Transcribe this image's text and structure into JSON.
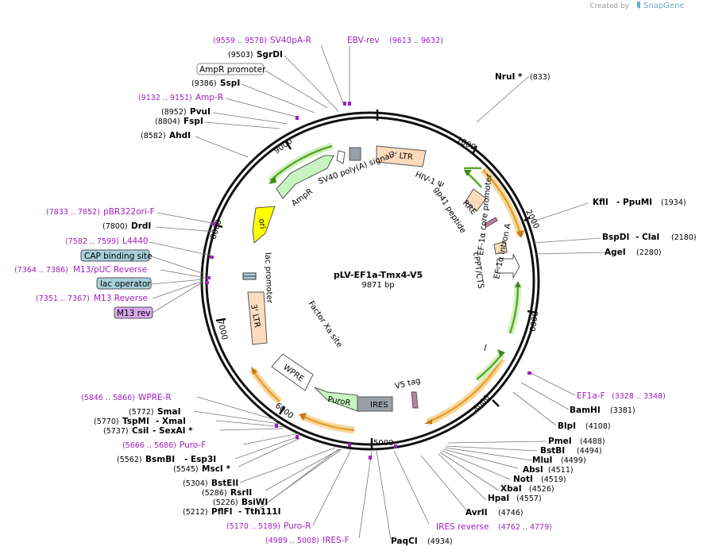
{
  "watermark": "Created by",
  "brand": "SnapGene",
  "plasmid": {
    "name": "pLV-EF1a-Tmx4-V5",
    "size": "9871 bp"
  },
  "ticks": [
    "1000",
    "2000",
    "3000",
    "4000",
    "5000",
    "6000",
    "7000",
    "8000",
    "9000"
  ],
  "features": {
    "ltr3_top": "3' LTR",
    "hiv_psi": "HIV-1 Ψ",
    "rre": "RRE",
    "gp41": "gp41 peptide",
    "cppt": "cPPT/CTS",
    "ef1a_core": "EF-1α core promoter",
    "ef1a_intron": "EF-1α intron A",
    "v5": "V5 tag",
    "ires": "IRES",
    "puror": "PuroR",
    "wpre": "WPRE",
    "factorxa": "Factor Xa site",
    "ltr3_left": "3' LTR",
    "lac_promoter": "lac promoter",
    "ori": "ori",
    "ampr": "AmpR",
    "sv40": "SV40 poly(A) signal"
  },
  "labels": {
    "sv40pa_r": {
      "pos": "(9559 .. 9578)",
      "name": "SV40pA-R"
    },
    "ebv_rev": {
      "name": "EBV-rev",
      "pos": "(9613 .. 9632)"
    },
    "sgrdi": {
      "pos": "(9503)",
      "name": "SgrDI"
    },
    "ampr_promoter": "AmpR promoter",
    "sspi": {
      "pos": "(9386)",
      "name": "SspI"
    },
    "amp_r": {
      "pos": "(9132 .. 9151)",
      "name": "Amp-R"
    },
    "pvui": {
      "pos": "(8952)",
      "name": "PvuI"
    },
    "fspi": {
      "pos": "(8804)",
      "name": "FspI"
    },
    "ahdi": {
      "pos": "(8582)",
      "name": "AhdI"
    },
    "pbr322ori": {
      "pos": "(7833 .. 7852)",
      "name": "pBR322ori-F"
    },
    "drdi": {
      "pos": "(7800)",
      "name": "DrdI"
    },
    "l4440": {
      "pos": "(7582 .. 7599)",
      "name": "L4440"
    },
    "cap": "CAP binding site",
    "m13puc": {
      "pos": "(7364 .. 7386)",
      "name": "M13/pUC Reverse"
    },
    "lacop": "lac operator",
    "m13rev_primer": {
      "pos": "(7351 .. 7367)",
      "name": "M13 Reverse"
    },
    "m13rev": "M13 rev",
    "nrui": {
      "name": "NruI *",
      "pos": "(833)"
    },
    "kfli": {
      "name": "KflI",
      "name2": "- PpuMI",
      "pos": "(1934)"
    },
    "bspdi": {
      "name": "BspDI",
      "name2": "- ClaI",
      "pos": "(2180)"
    },
    "agei": {
      "name": "AgeI",
      "pos": "(2280)"
    },
    "ef1a_f": {
      "name": "EF1a-F",
      "pos": "(3328 .. 3348)"
    },
    "bamhi": {
      "name": "BamHI",
      "pos": "(3381)"
    },
    "blpi": {
      "name": "BlpI",
      "pos": "(4108)"
    },
    "pmei": {
      "name": "PmeI",
      "pos": "(4488)"
    },
    "bstbi": {
      "name": "BstBI",
      "pos": "(4494)"
    },
    "mlui": {
      "name": "MluI",
      "pos": "(4499)"
    },
    "absi": {
      "name": "AbsI",
      "pos": "(4511)"
    },
    "noti": {
      "name": "NotI",
      "pos": "(4519)"
    },
    "xbai": {
      "name": "XbaI",
      "pos": "(4526)"
    },
    "hpai": {
      "name": "HpaI",
      "pos": "(4557)"
    },
    "avrii": {
      "name": "AvrII",
      "pos": "(4746)"
    },
    "ires_rev": {
      "name": "IRES reverse",
      "pos": "(4762 .. 4779)"
    },
    "paqci": {
      "name": "PaqCI",
      "pos": "(4934)"
    },
    "ires_f": {
      "pos": "(4989 .. 5008)",
      "name": "IRES-F"
    },
    "puro_r": {
      "pos": "(5170 .. 5189)",
      "name": "Puro-R"
    },
    "pflfi": {
      "pos": "(5212)",
      "name": "PflFI",
      "name2": "- Tth111I"
    },
    "bsiwi": {
      "pos": "(5226)",
      "name": "BsiWI"
    },
    "rsrii": {
      "pos": "(5286)",
      "name": "RsrII"
    },
    "bsteii": {
      "pos": "(5304)",
      "name": "BstEII"
    },
    "msci": {
      "pos": "(5545)",
      "name": "MscI *"
    },
    "bsmbi": {
      "pos": "(5562)",
      "name": "BsmBI",
      "name2": "- Esp3I"
    },
    "puro_f": {
      "pos": "(5666 .. 5686)",
      "name": "Puro-F"
    },
    "csii": {
      "pos": "(5737)",
      "name": "CsiI",
      "name2": "- SexAI *"
    },
    "tspmi": {
      "pos": "(5770)",
      "name": "TspMI",
      "name2": "- XmaI"
    },
    "smai": {
      "pos": "(5772)",
      "name": "SmaI"
    },
    "wpre_r": {
      "pos": "(5846 .. 5866)",
      "name": "WPRE-R"
    }
  },
  "colors": {
    "primer": "#a020c0",
    "ltr": "#fcdcbc",
    "orange_arc": "#e8a030",
    "green_arc": "#5aaa28",
    "yellow": "#ffff00",
    "ampr_green": "#c8f4c0",
    "ires_grey": "#9aa0a8",
    "lac_blue": "#a8d0dc",
    "m13_violet": "#d8a8ec"
  }
}
